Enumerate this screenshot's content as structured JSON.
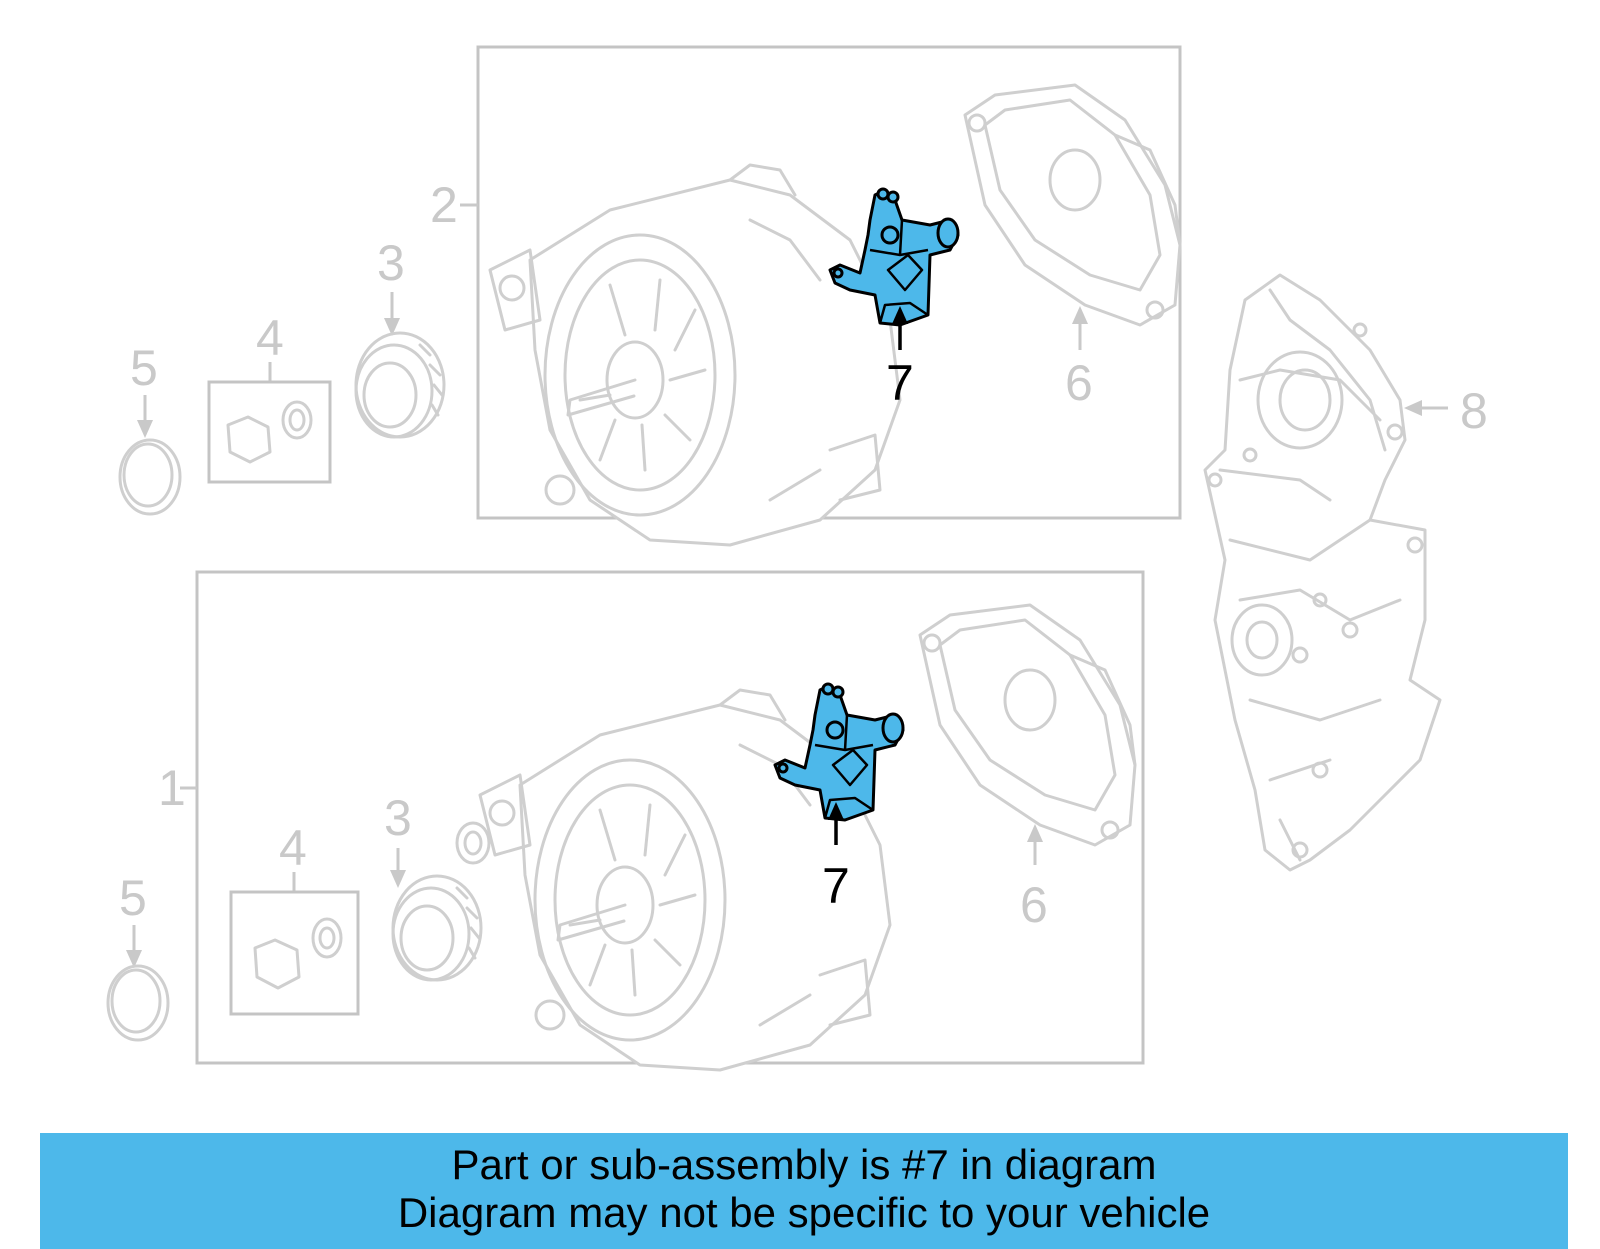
{
  "labels": {
    "assembly_upper": "2",
    "assembly_lower": "1",
    "pulley_upper": "3",
    "pulley_lower": "3",
    "nut_kit_upper": "4",
    "nut_kit_lower": "4",
    "cap_upper": "5",
    "cap_lower": "5",
    "rear_cover_upper": "6",
    "rear_cover_lower": "6",
    "regulator_upper": "7",
    "regulator_lower": "7",
    "bracket": "8"
  },
  "banner": {
    "line1": "Part or sub-assembly is #7 in diagram",
    "line2": "Diagram may not be specific to your vehicle"
  },
  "colors": {
    "highlight": "#4db8ea",
    "ghost_line": "#cfcfcf",
    "label_grey": "#c9c9c9"
  }
}
